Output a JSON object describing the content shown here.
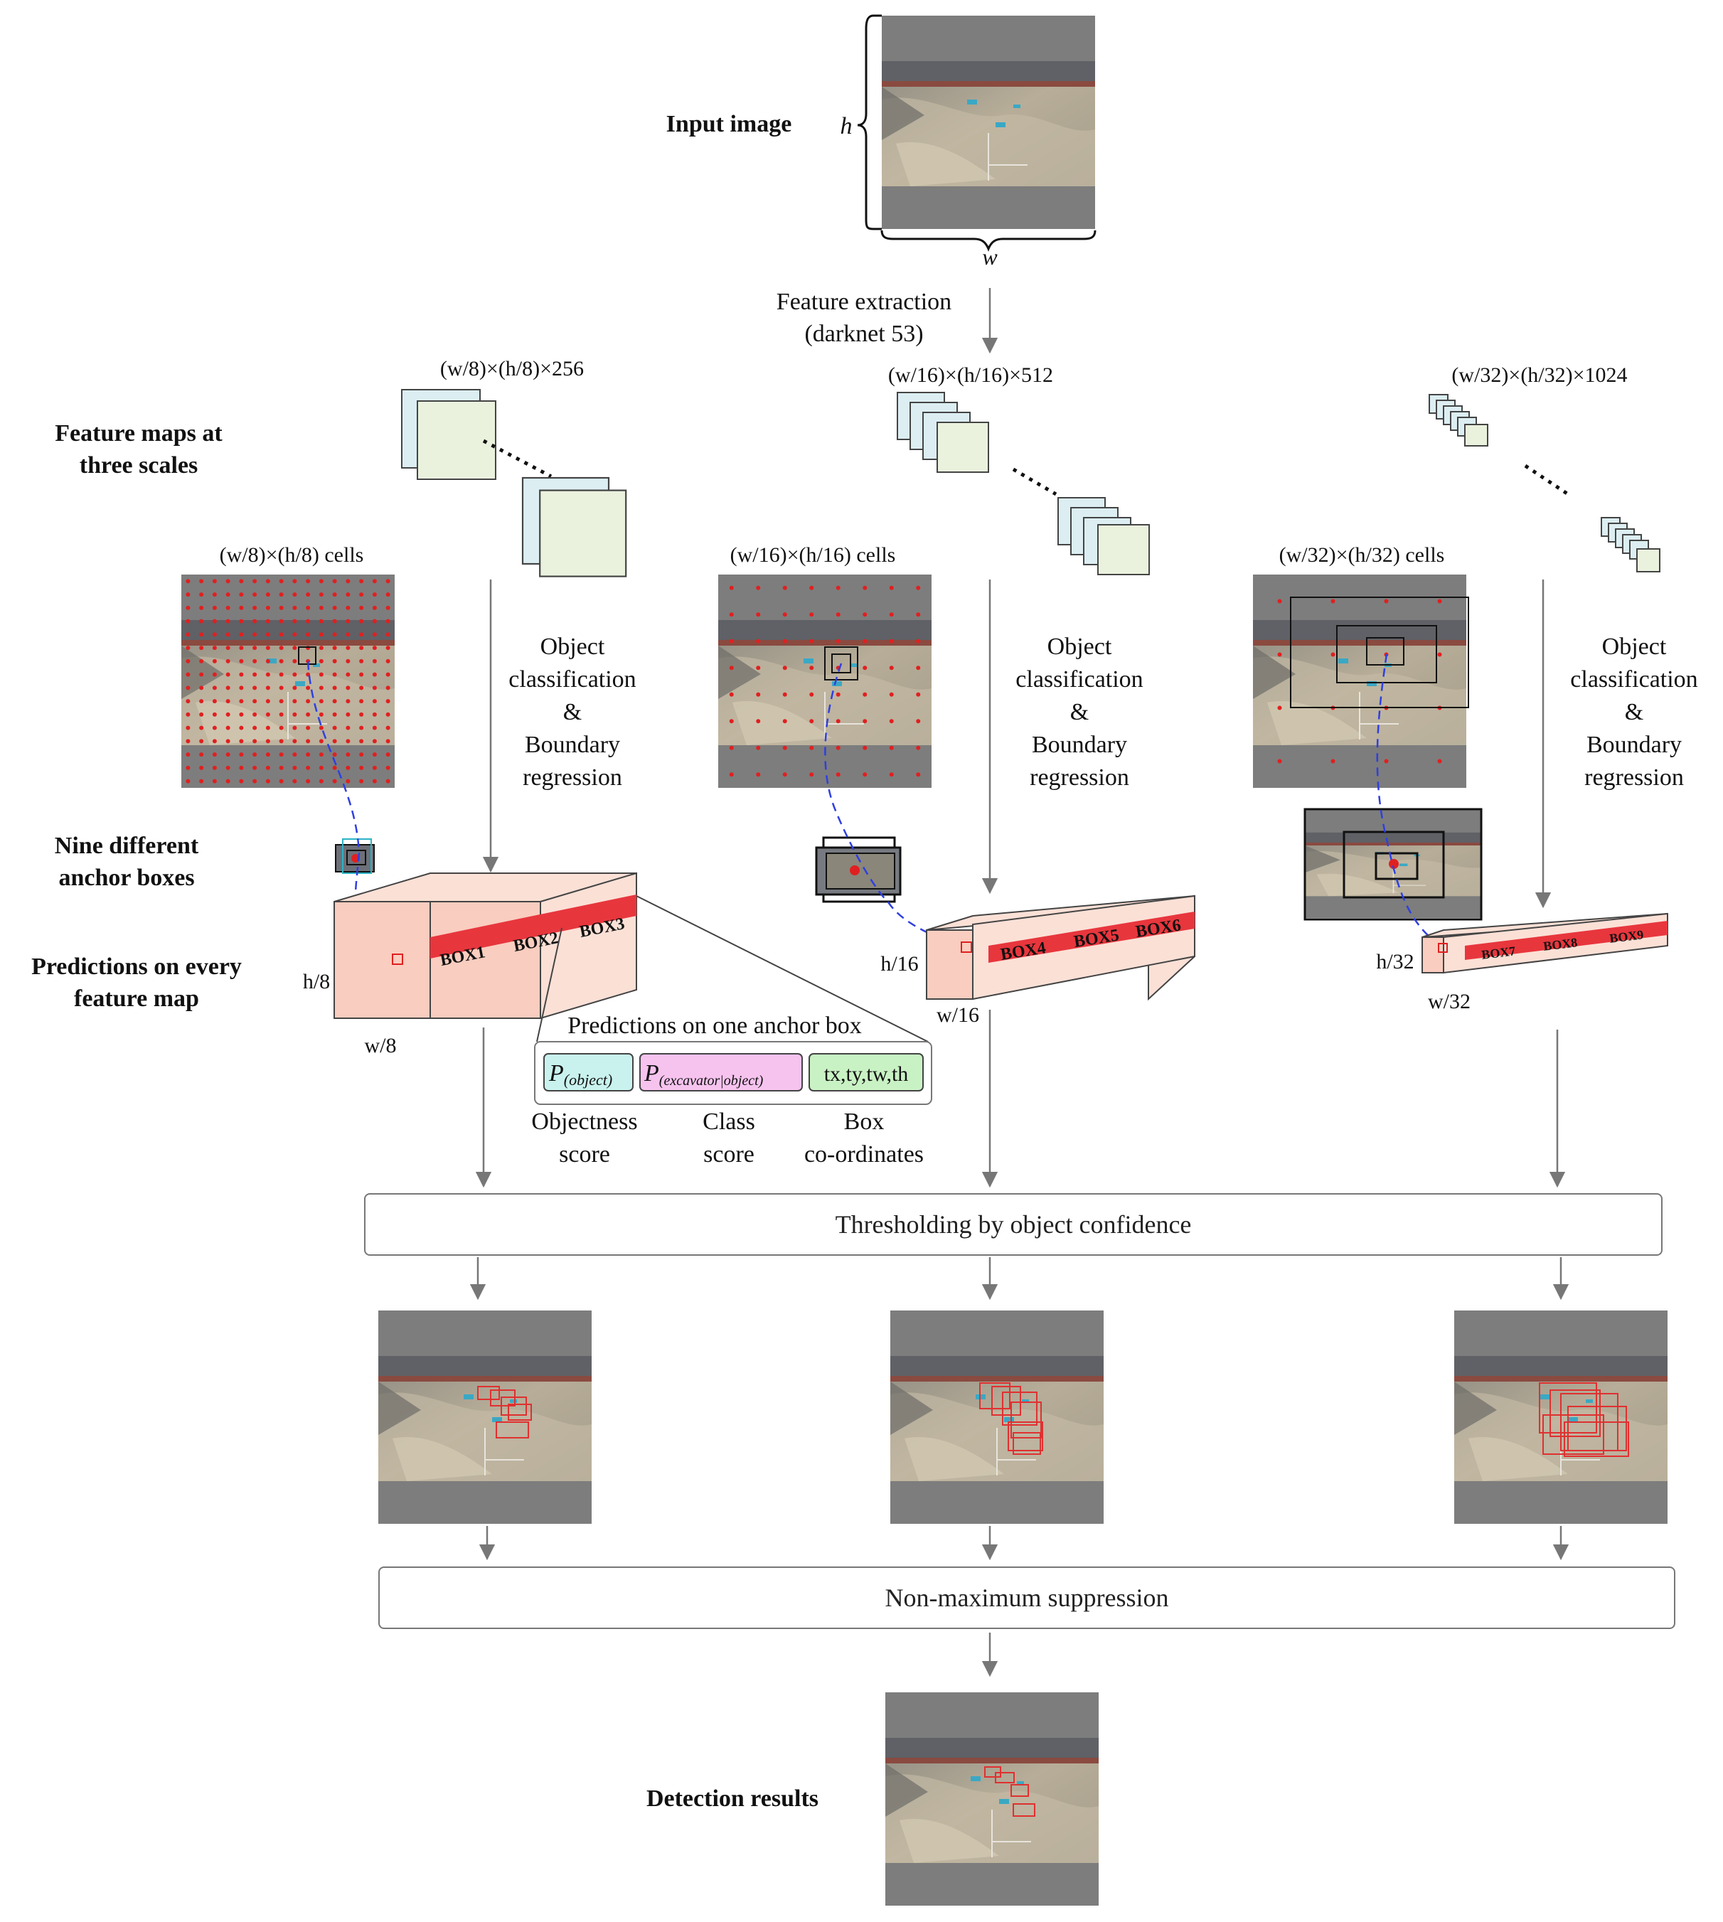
{
  "labels": {
    "input_image": "Input image",
    "h": "h",
    "w": "w",
    "feature_extraction_1": "Feature extraction",
    "feature_extraction_2": "(darknet 53)",
    "feature_maps_1": "Feature maps at",
    "feature_maps_2": "three scales",
    "nine_anchor_1": "Nine different",
    "nine_anchor_2": "anchor boxes",
    "pred_every_1": "Predictions on every",
    "pred_every_2": "feature map",
    "detection_results": "Detection results"
  },
  "scales": [
    {
      "dims": "(w/8)×(h/8)×256",
      "cells": "(w/8)×(h/8) cells",
      "head_lines": [
        "Object",
        "classification",
        "&",
        "Boundary",
        "regression"
      ],
      "h_label": "h/8",
      "w_label": "w/8",
      "boxes": [
        "BOX1",
        "BOX2",
        "BOX3"
      ]
    },
    {
      "dims": "(w/16)×(h/16)×512",
      "cells": "(w/16)×(h/16) cells",
      "head_lines": [
        "Object",
        "classification",
        "&",
        "Boundary",
        "regression"
      ],
      "h_label": "h/16",
      "w_label": "w/16",
      "boxes": [
        "BOX4",
        "BOX5",
        "BOX6"
      ]
    },
    {
      "dims": "(w/32)×(h/32)×1024",
      "cells": "(w/32)×(h/32) cells",
      "head_lines": [
        "Object",
        "classification",
        "&",
        "Boundary",
        "regression"
      ],
      "h_label": "h/32",
      "w_label": "w/32",
      "boxes": [
        "BOX7",
        "BOX8",
        "BOX9"
      ]
    }
  ],
  "anchor_box": {
    "title": "Predictions on one anchor box",
    "objectness_formula_main": "P",
    "objectness_formula_sub": "(object)",
    "class_formula_main": "P",
    "class_formula_sub": "(excavator|object)",
    "coords_formula": "tx,ty,tw,th",
    "objectness_label": [
      "Objectness",
      "score"
    ],
    "class_label": [
      "Class",
      "score"
    ],
    "coords_label": [
      "Box",
      "co-ordinates"
    ]
  },
  "steps": {
    "thresholding": "Thresholding by object confidence",
    "nms": "Non-maximum suppression"
  },
  "colors": {
    "prism_front": "#f9cdbf",
    "prism_side": "#fbe0d6",
    "box_band": "#e8363d",
    "fmap_front": "#eaf2de",
    "fmap_back": "#dceef2",
    "objectness_fill": "#c9f2ee",
    "class_fill": "#f6c3ee",
    "coords_fill": "#c9f2c4",
    "anchor_dot": "#e02020",
    "dash_line": "#2f3fe0",
    "arrow": "#777777"
  }
}
